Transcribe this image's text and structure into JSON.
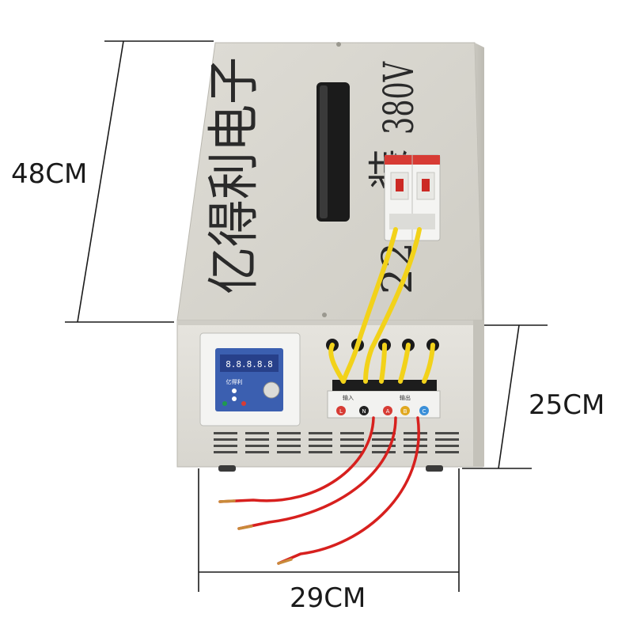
{
  "dimensions": {
    "height": "48CM",
    "depth": "25CM",
    "width": "29CM"
  },
  "device": {
    "brand_text": "亿得利电子",
    "voltage_text": "380V",
    "partial_text": "装",
    "side_partial_text": "22"
  },
  "controller": {
    "brand_label": "亿得利",
    "display_digits": "8.8.8.8.8"
  },
  "terminal": {
    "input_label": "输入",
    "output_label": "输出",
    "input_terminals": [
      "L",
      "N"
    ],
    "output_terminals": [
      "A",
      "B",
      "C"
    ]
  },
  "colors": {
    "case": "#e2e0d9",
    "wire_yellow": "#f2d21a",
    "wire_red": "#d7201e",
    "controller_panel": "#3b5fb0"
  }
}
